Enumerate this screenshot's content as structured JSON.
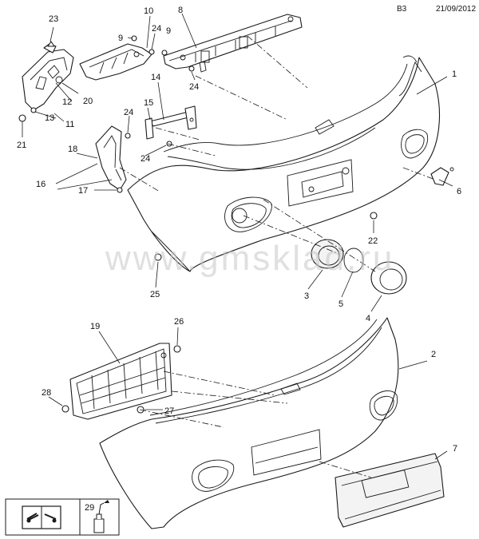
{
  "header": {
    "code": "B3",
    "date": "21/09/2012"
  },
  "watermark": "www.gmsklad.ru",
  "callouts": [
    "1",
    "2",
    "3",
    "4",
    "5",
    "6",
    "7",
    "8",
    "9",
    "9",
    "10",
    "11",
    "12",
    "13",
    "14",
    "15",
    "16",
    "17",
    "18",
    "19",
    "20",
    "21",
    "22",
    "23",
    "24",
    "24",
    "24",
    "24",
    "25",
    "26",
    "27",
    "28",
    "29"
  ],
  "legend": {
    "number": "29",
    "book_icon": "service-manual-icon",
    "bottle_icon": "adhesive-bottle-icon"
  }
}
